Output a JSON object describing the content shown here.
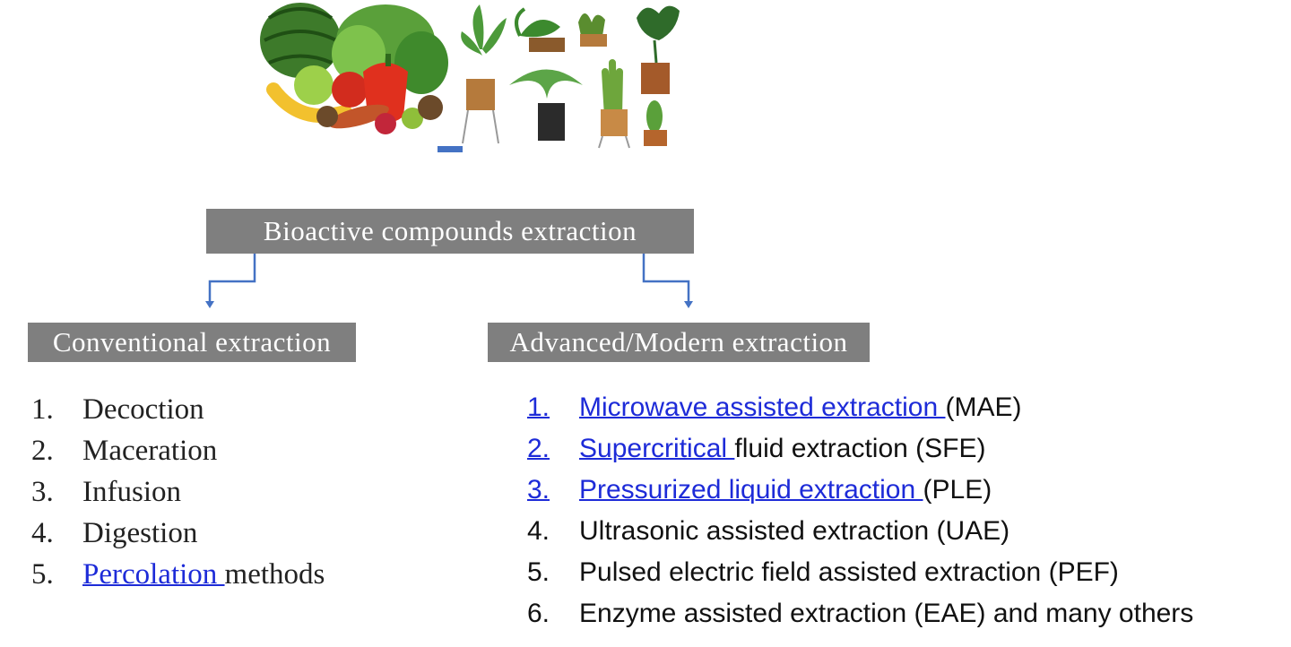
{
  "diagram": {
    "main_box": "Bioactive compounds extraction",
    "conventional_box": "Conventional extraction",
    "advanced_box": "Advanced/Modern extraction"
  },
  "conventional_list": [
    {
      "num": "1.",
      "text": "Decoction"
    },
    {
      "num": "2.",
      "text": "Maceration"
    },
    {
      "num": "3.",
      "text": "Infusion"
    },
    {
      "num": "4.",
      "text": "Digestion"
    },
    {
      "num": "5.",
      "link": "Percolation ",
      "text": "methods"
    }
  ],
  "advanced_list": [
    {
      "num": "1.",
      "link": "Microwave assisted extraction ",
      "text": "(MAE)"
    },
    {
      "num": "2.",
      "link": "Supercritical ",
      "text": "fluid extraction (SFE)"
    },
    {
      "num": "3.",
      "link": "Pressurized liquid extraction ",
      "text": "(PLE)"
    },
    {
      "num": "4.",
      "text": "Ultrasonic assisted extraction (UAE)"
    },
    {
      "num": "5.",
      "text": "Pulsed electric field assisted extraction (PEF)"
    },
    {
      "num": "6.",
      "text": "Enzyme assisted extraction (EAE) and many others"
    }
  ],
  "colors": {
    "box_fill": "#7f7f7f",
    "arrow": "#4472c4",
    "link": "#1d2bd8"
  },
  "icons": [
    "fruits-vegetables-illustration",
    "potted-plants-illustration",
    "down-arrow-icon"
  ]
}
